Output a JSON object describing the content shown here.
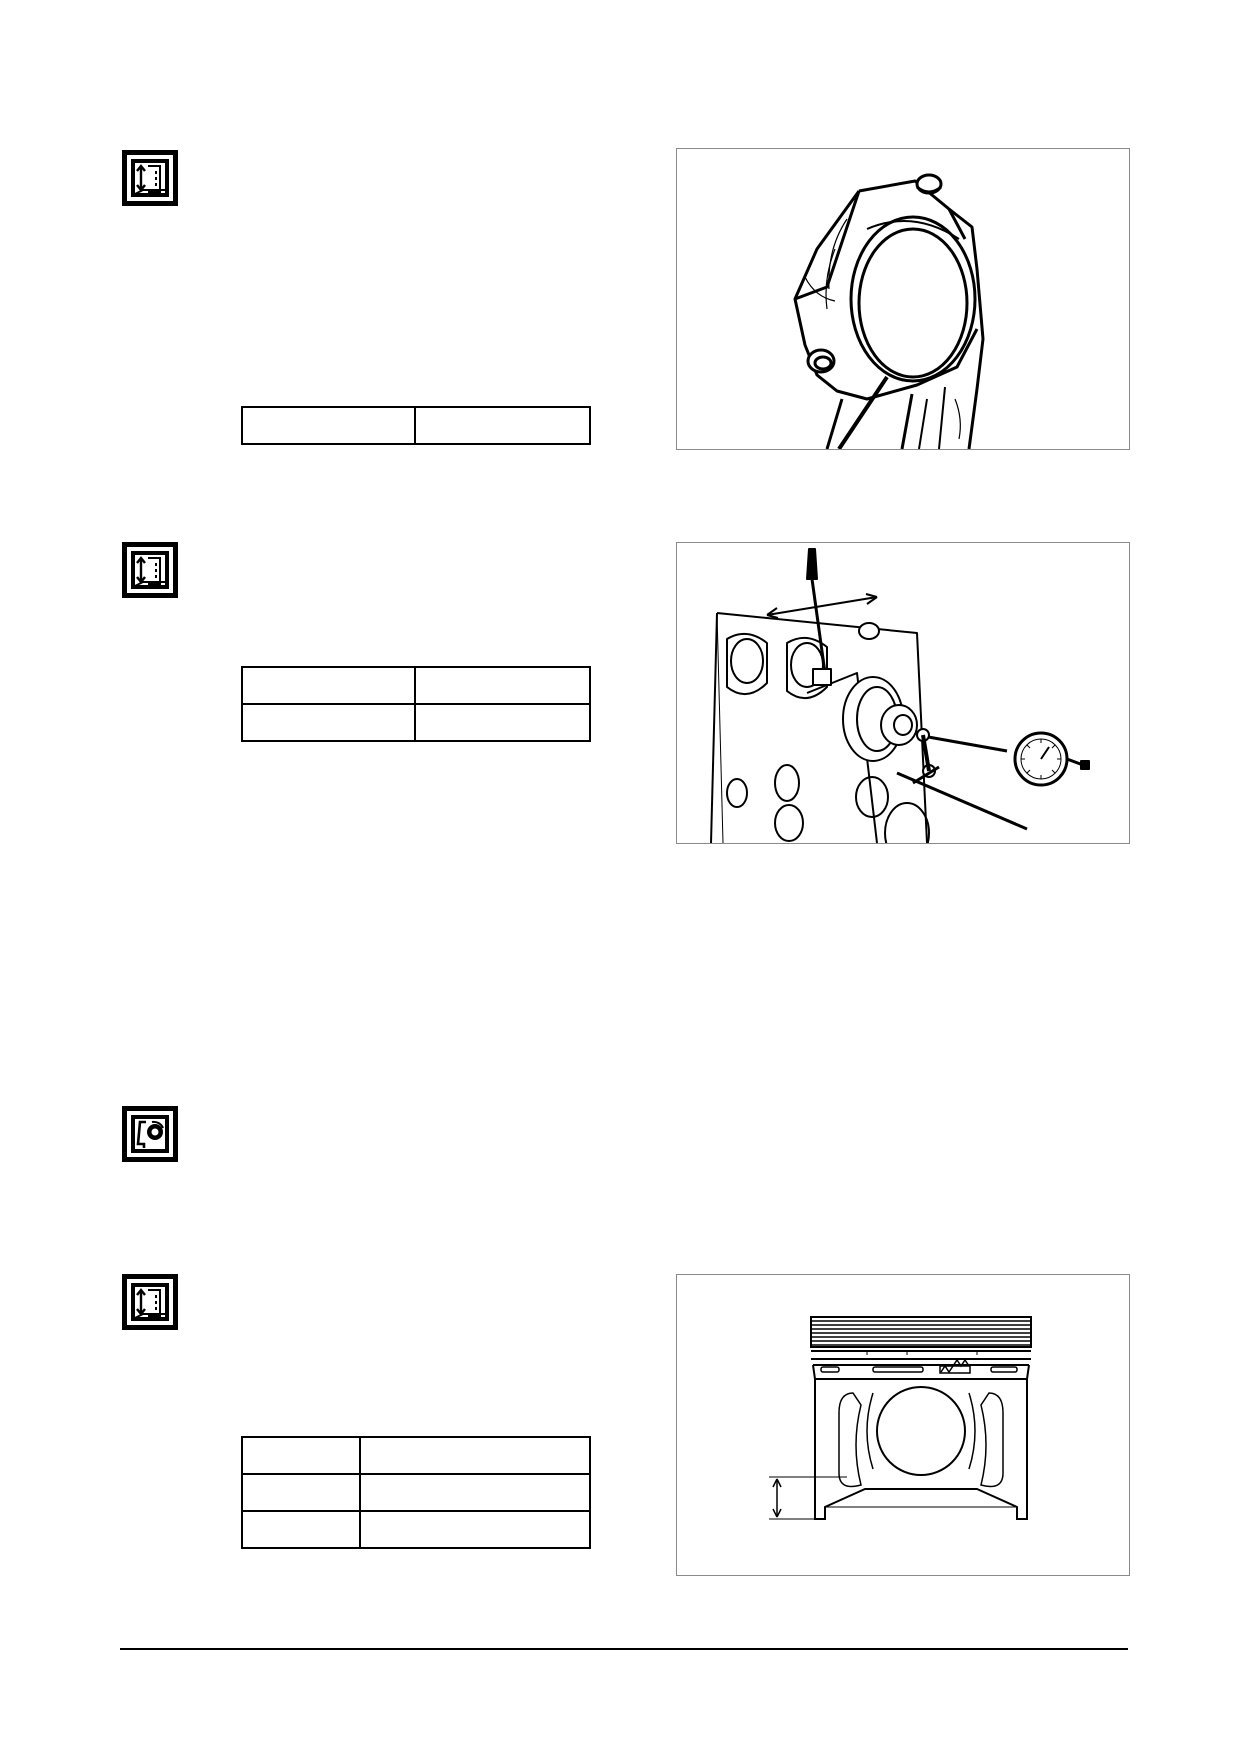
{
  "page": {
    "icons": [
      {
        "name": "measurement-icon"
      },
      {
        "name": "measurement-icon"
      },
      {
        "name": "torque-wrench-icon"
      },
      {
        "name": "measurement-icon"
      }
    ],
    "tables": [
      {
        "rows": [
          [
            "",
            ""
          ]
        ]
      },
      {
        "rows": [
          [
            "",
            ""
          ],
          [
            "",
            ""
          ]
        ]
      },
      {
        "rows": [
          [
            "",
            ""
          ],
          [
            "",
            ""
          ],
          [
            "",
            ""
          ]
        ]
      }
    ],
    "figures": [
      {
        "name": "connecting-rod-bearing-figure"
      },
      {
        "name": "crankshaft-end-play-figure"
      },
      {
        "name": "piston-measurement-figure"
      }
    ]
  }
}
